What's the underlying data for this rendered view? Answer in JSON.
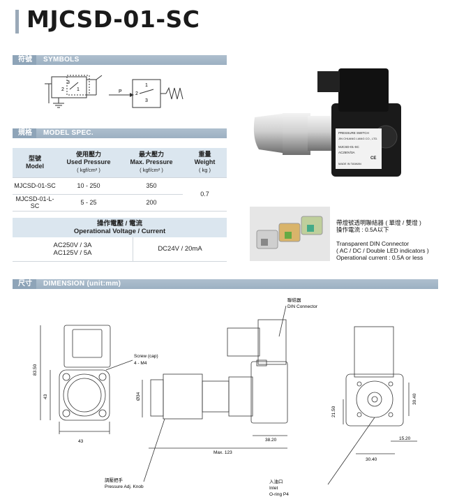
{
  "title": "MJCSD-01-SC",
  "sections": {
    "symbols": {
      "zh": "符號",
      "en": "SYMBOLS"
    },
    "model_spec": {
      "zh": "規格",
      "en": "MODEL SPEC."
    },
    "dimension": {
      "zh": "尺寸",
      "en": "DIMENSION (unit:mm)"
    }
  },
  "symbols": {
    "left_labels": {
      "n3": "3",
      "n2": "2",
      "n1": "1"
    },
    "right_labels": {
      "p": "P",
      "n1": "1",
      "n2": "2",
      "n3": "3"
    }
  },
  "spec_table": {
    "headers": [
      {
        "zh": "型號",
        "en": "Model",
        "unit": ""
      },
      {
        "zh": "使用壓力",
        "en": "Used Pressure",
        "unit": "( kgf/cm² )"
      },
      {
        "zh": "最大壓力",
        "en": "Max. Pressure",
        "unit": "( kgf/cm² )"
      },
      {
        "zh": "重量",
        "en": "Weight",
        "unit": "( kg )"
      }
    ],
    "rows": [
      {
        "model": "MJCSD-01-SC",
        "used": "10 - 250",
        "max": "350"
      },
      {
        "model": "MJCSD-01-L-SC",
        "used": "5 - 25",
        "max": "200"
      }
    ],
    "weight": "0.7"
  },
  "voltage": {
    "header_zh": "操作電壓 / 電流",
    "header_en": "Operational Voltage / Current",
    "ac1": "AC250V / 3A",
    "ac2": "AC125V / 5A",
    "dc": "DC24V / 20mA"
  },
  "product_label": {
    "line1": "PRESSURE SWITCH",
    "brand": "JIN CHUANG LIANG CO., LTD.",
    "model": "MJCSD-01-SC",
    "rating": "AC250V/3A",
    "origin": "MADE IN TAIWAN",
    "ce": "CE"
  },
  "connector_note": {
    "zh1": "帶燈號透明聯結器 ( 單燈 / 雙燈 )",
    "zh2": "操作電流 : 0.5A以下",
    "en1": "Transparent DIN Connector",
    "en2": "( AC / DC / Double LED indicators )",
    "en3": "Operational current : 0.5A or less"
  },
  "dimension": {
    "h_total": "83.50",
    "h_body": "43",
    "w_body": "43",
    "screw_1": "Screw (cap)",
    "screw_2": "4 - M4",
    "din_zh": "聯結器",
    "din_en": "DIN Connector",
    "dia": "Ø34",
    "w_38": "38.20",
    "max_len": "Max. 123",
    "adj_zh": "調壓把手",
    "adj_en": "Pressure Adj. Knob",
    "h_2150": "21.50",
    "h_3040": "30.40",
    "w_1520": "15.20",
    "w_3040": "30.40",
    "inlet_zh": "入油口",
    "inlet_en": "Inlet",
    "oring": "O-ring P4"
  }
}
